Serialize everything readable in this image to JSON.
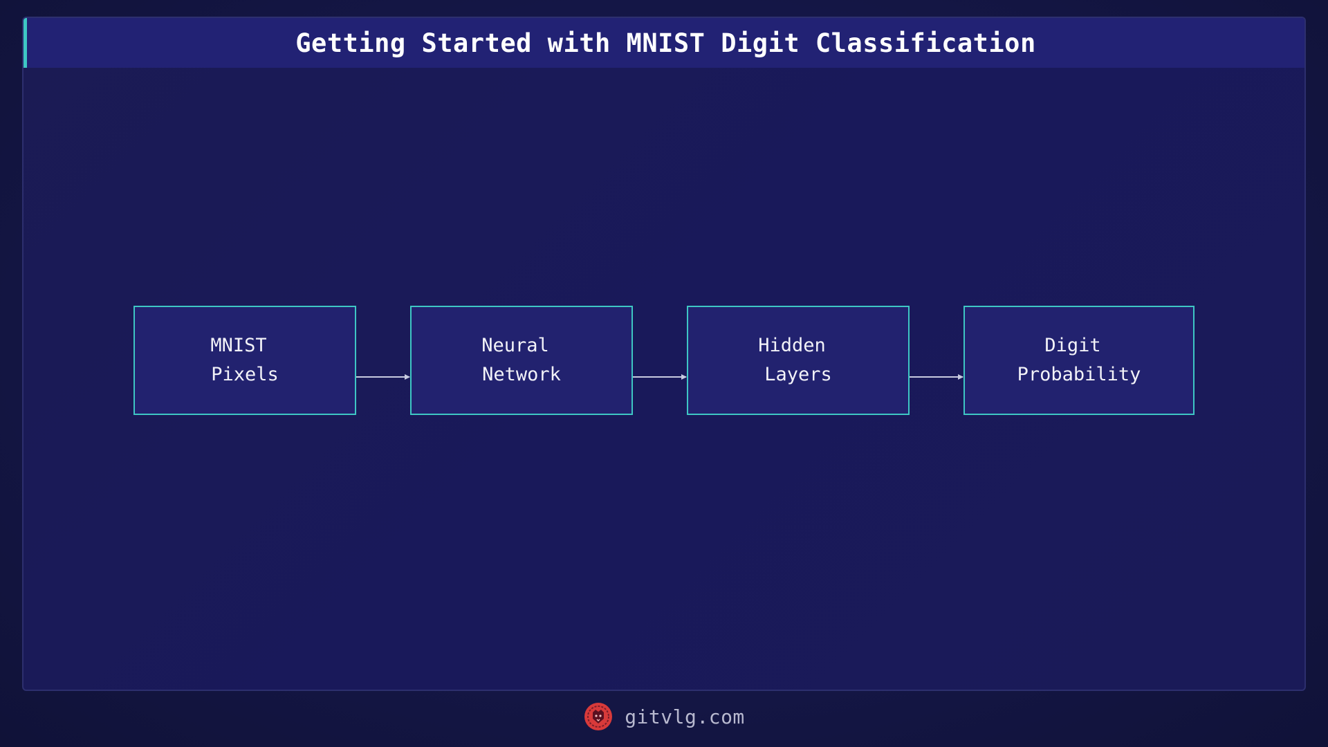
{
  "header": {
    "title": "Getting Started with MNIST Digit Classification"
  },
  "diagram": {
    "nodes": [
      {
        "line1": "MNIST",
        "line2": "Pixels"
      },
      {
        "line1": "Neural",
        "line2": "Network"
      },
      {
        "line1": "Hidden",
        "line2": "Layers"
      },
      {
        "line1": "Digit",
        "line2": "Probability"
      }
    ],
    "edges": [
      {
        "from": "MNIST Pixels",
        "to": "Neural Network"
      },
      {
        "from": "Neural Network",
        "to": "Hidden Layers"
      },
      {
        "from": "Hidden Layers",
        "to": "Digit Probability"
      }
    ]
  },
  "footer": {
    "site": "gitvlg.com",
    "logo_icon": "lion-logo-icon"
  },
  "colors": {
    "accent": "#3ec7c4",
    "node_fill": "#22226f",
    "title_bar": "#222274",
    "logo": "#d83a3a"
  }
}
